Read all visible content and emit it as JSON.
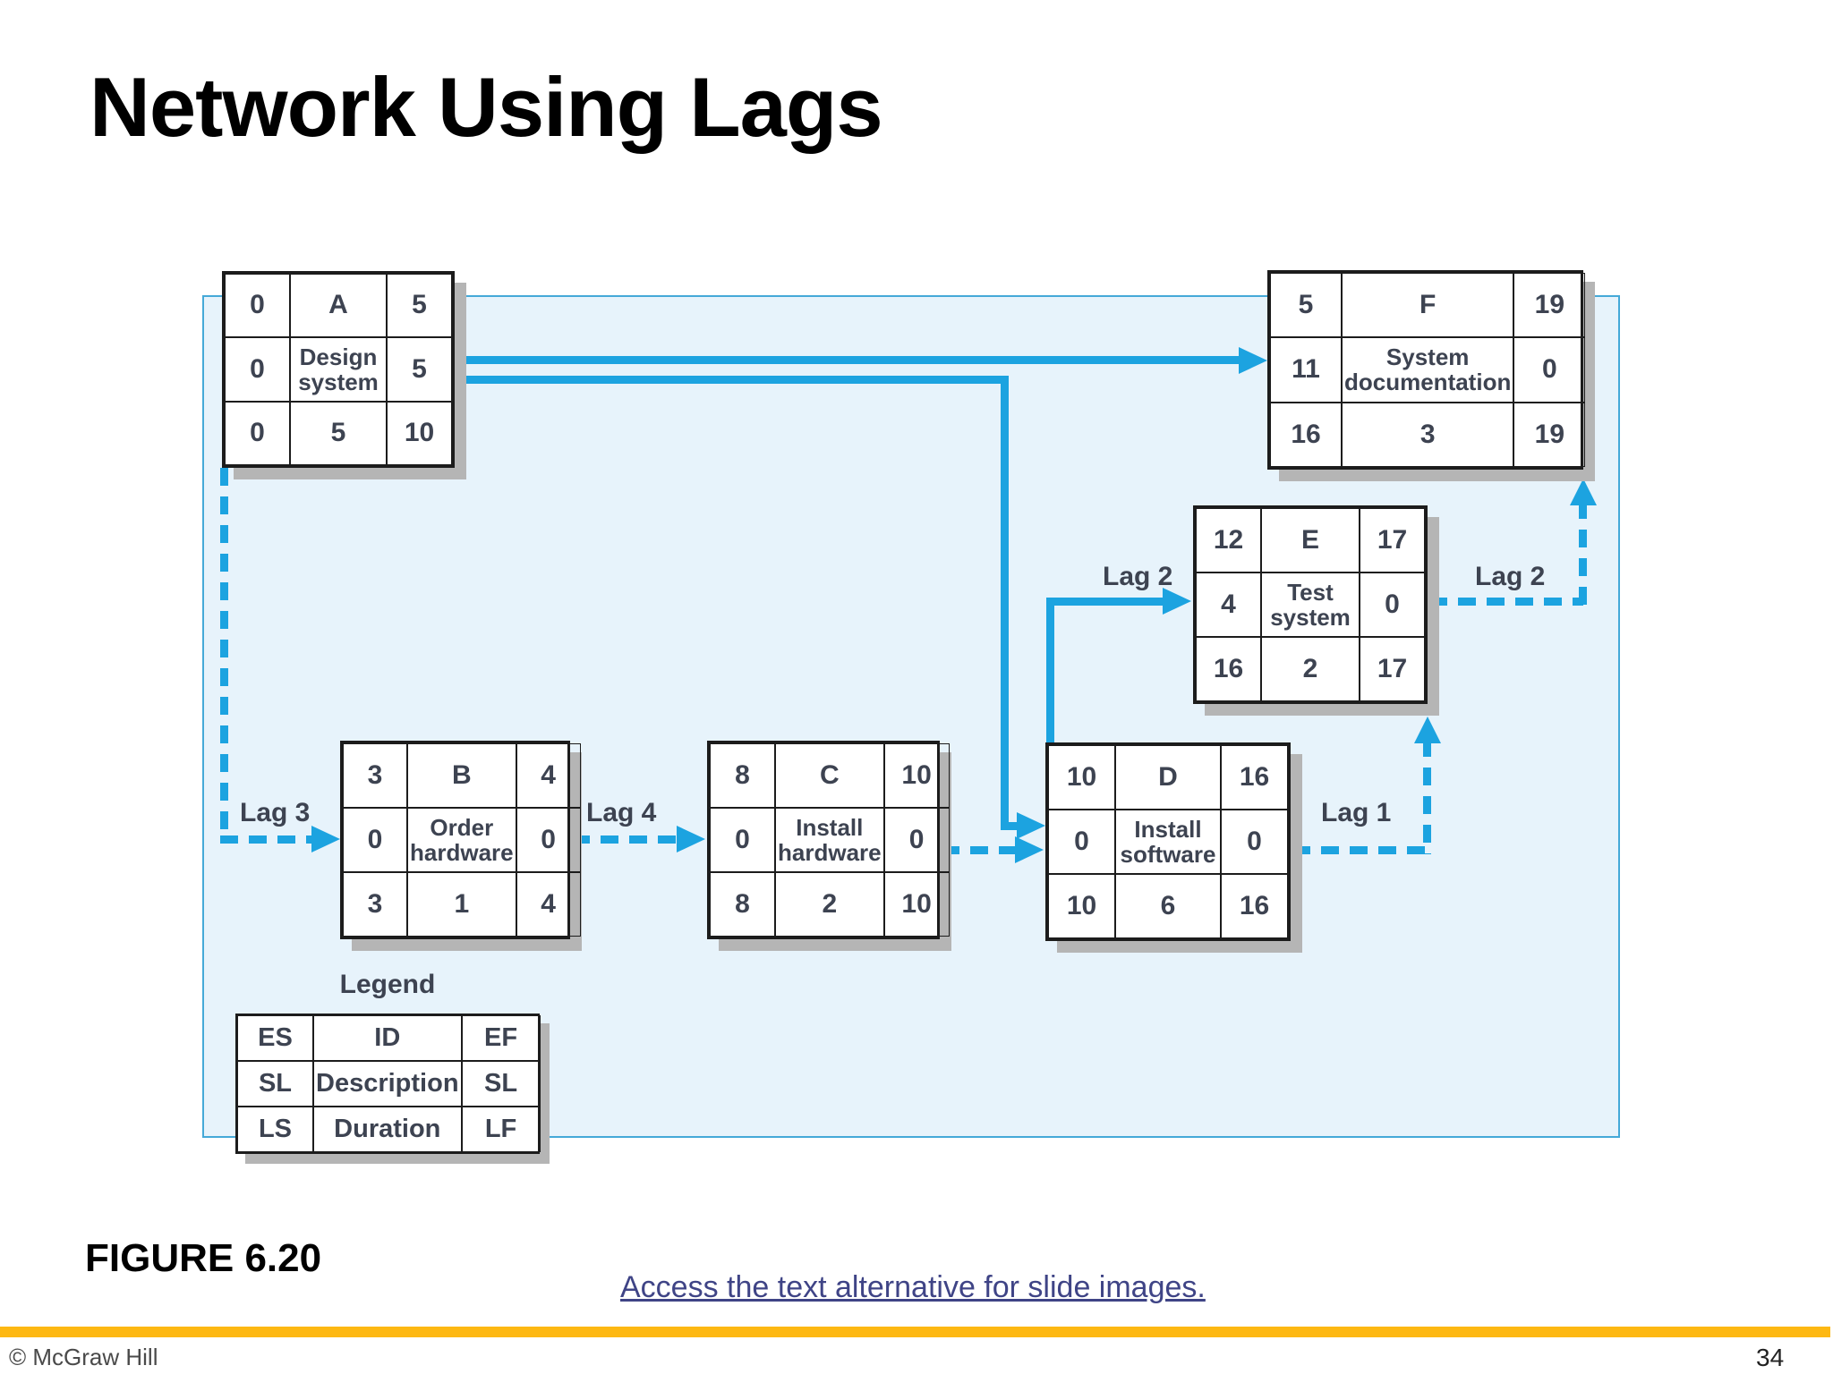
{
  "slide": {
    "title": "Network Using Lags",
    "figure_label": "FIGURE 6.20",
    "alt_link": "Access the text alternative for slide images.",
    "copyright": "© McGraw Hill",
    "page_number": "34"
  },
  "colors": {
    "line-blue": "#1CA3E0",
    "panel-fill": "#E7F3FB",
    "panel-border": "#45A9D8",
    "shadow-gray": "#B5B5B5",
    "node-border": "#1C1C1C",
    "node-text": "#3D4351",
    "link-color": "#3F4486",
    "accent-bar": "#FDB813",
    "footer-text": "#4A4A4A"
  },
  "lag_labels": {
    "a_to_b": "Lag 3",
    "b_to_c": "Lag 4",
    "d_to_e": "Lag 2",
    "d_to_e_bottom": "Lag 1",
    "e_to_f": "Lag 2"
  },
  "nodes": [
    {
      "id": "A",
      "activity": "Design system",
      "cells": [
        [
          "0",
          "A",
          "5"
        ],
        [
          "0",
          "Design system",
          "5"
        ],
        [
          "0",
          "5",
          "10"
        ]
      ]
    },
    {
      "id": "B",
      "activity": "Order hardware",
      "cells": [
        [
          "3",
          "B",
          "4"
        ],
        [
          "0",
          "Order hardware",
          "0"
        ],
        [
          "3",
          "1",
          "4"
        ]
      ]
    },
    {
      "id": "C",
      "activity": "Install hardware",
      "cells": [
        [
          "8",
          "C",
          "10"
        ],
        [
          "0",
          "Install hardware",
          "0"
        ],
        [
          "8",
          "2",
          "10"
        ]
      ]
    },
    {
      "id": "D",
      "activity": "Install software",
      "cells": [
        [
          "10",
          "D",
          "16"
        ],
        [
          "0",
          "Install software",
          "0"
        ],
        [
          "10",
          "6",
          "16"
        ]
      ]
    },
    {
      "id": "E",
      "activity": "Test system",
      "cells": [
        [
          "12",
          "E",
          "17"
        ],
        [
          "4",
          "Test system",
          "0"
        ],
        [
          "16",
          "2",
          "17"
        ]
      ]
    },
    {
      "id": "F",
      "activity": "System documentation",
      "cells": [
        [
          "5",
          "F",
          "19"
        ],
        [
          "11",
          "System documentation",
          "0"
        ],
        [
          "16",
          "3",
          "19"
        ]
      ]
    }
  ],
  "legend": {
    "title": "Legend",
    "rows": [
      [
        "ES",
        "ID",
        "EF"
      ],
      [
        "SL",
        "Description",
        "SL"
      ],
      [
        "LS",
        "Duration",
        "LF"
      ]
    ]
  }
}
